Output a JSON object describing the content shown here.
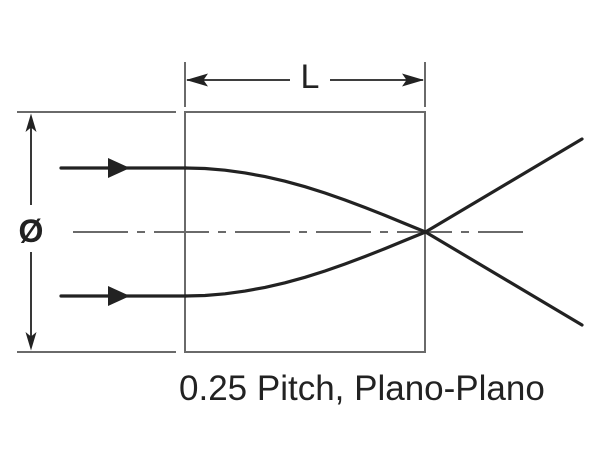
{
  "figure": {
    "caption": "0.25 Pitch, Plano-Plano",
    "length_label": "L",
    "diameter_label": "Ø"
  },
  "colors": {
    "ink": "#222222",
    "secondary_line": "#6a6a6a",
    "background": "#ffffff"
  }
}
